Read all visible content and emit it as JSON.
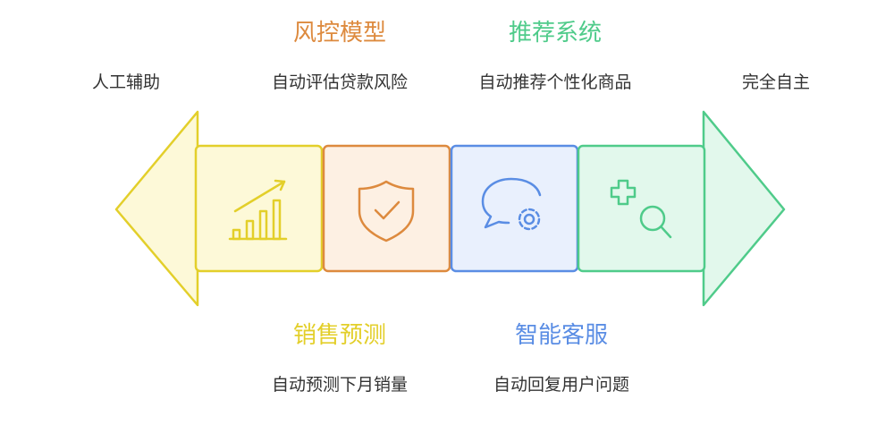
{
  "scale": {
    "left_label": "人工辅助",
    "right_label": "完全自主"
  },
  "stages": [
    {
      "title": "销售预测",
      "description": "自动预测下月销量",
      "icon": "bar-chart-trend-icon",
      "fill": "#fdf9d8",
      "stroke": "#e3cf2a",
      "title_color": "#e3cf2a"
    },
    {
      "title": "风控模型",
      "description": "自动评估贷款风险",
      "icon": "shield-check-icon",
      "fill": "#fdf0e3",
      "stroke": "#dd8a3e",
      "title_color": "#dd8a3e"
    },
    {
      "title": "智能客服",
      "description": "自动回复用户问题",
      "icon": "chat-gear-icon",
      "fill": "#e9f0fd",
      "stroke": "#5a8de4",
      "title_color": "#5a8de4"
    },
    {
      "title": "推荐系统",
      "description": "自动推荐个性化商品",
      "icon": "plus-search-icon",
      "fill": "#e2f8ec",
      "stroke": "#4fcb8a",
      "title_color": "#4fcb8a"
    }
  ]
}
